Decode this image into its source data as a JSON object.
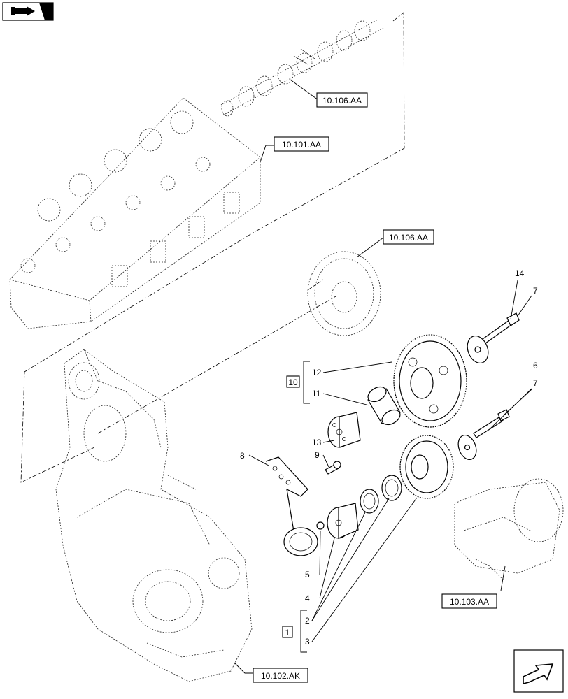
{
  "top_left_icon": "book-arrow-icon",
  "bottom_right_icon": "next-page-arrow-icon",
  "references": {
    "camshaft": "10.106.AA",
    "cylinder_head": "10.101.AA",
    "cam_gear": "10.106.AA",
    "crankshaft": "10.103.AA",
    "gear_housing": "10.102.AK"
  },
  "callouts": {
    "c1": "1",
    "c2": "2",
    "c3": "3",
    "c4": "4",
    "c5": "5",
    "c6": "6",
    "c7a": "7",
    "c7b": "7",
    "c8": "8",
    "c9": "9",
    "c10": "10",
    "c11": "11",
    "c12": "12",
    "c13": "13",
    "c14": "14"
  }
}
